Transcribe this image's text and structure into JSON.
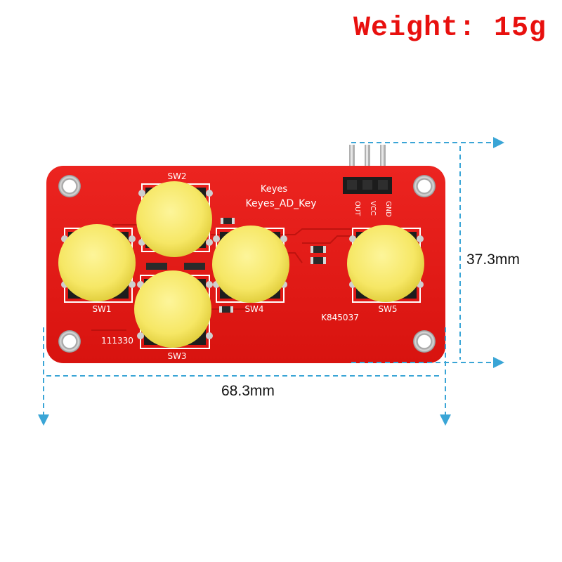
{
  "weight": "Weight: 15g",
  "dimensions": {
    "height": "37.3mm",
    "width": "68.3mm"
  },
  "board": {
    "brand": "Keyes",
    "model": "Keyes_AD_Key",
    "serial": "K845037",
    "batch": "111330",
    "pins": [
      "OUT",
      "VCC",
      "GND"
    ],
    "switches": [
      "SW1",
      "SW2",
      "SW3",
      "SW4",
      "SW5"
    ]
  },
  "colors": {
    "board": "#e41a17",
    "button_cap": "#f7ea6e",
    "dimension_arrow": "#3aa5d6",
    "weight_text": "#e8100e"
  }
}
